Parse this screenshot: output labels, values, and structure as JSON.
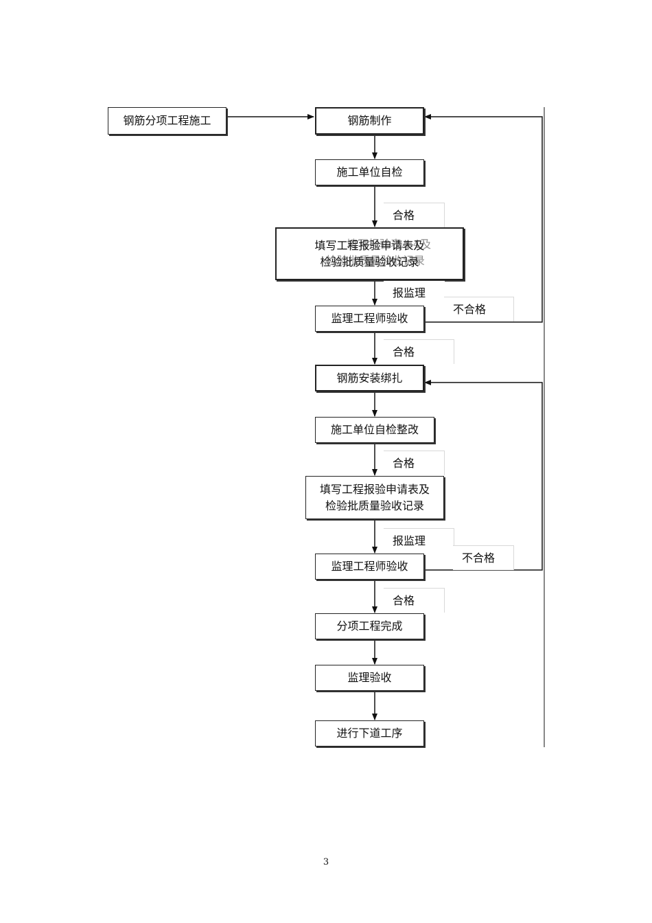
{
  "flowchart": {
    "start": "钢筋分项工程施工",
    "make": "钢筋制作",
    "self_check_1": "施工单位自检",
    "pass_1": "合格",
    "form_1": {
      "line1": "填写工程报验申请表及",
      "line2": "检验批质量验收记录",
      "overlay1": "填写报验表A-4及",
      "overlay2": "检验批质量验收记录"
    },
    "report_1": "报监理",
    "fail_1": "不合格",
    "inspect_1": "监理工程师验收",
    "pass_2": "合格",
    "install": "钢筋安装绑扎",
    "self_check_2": "施工单位自检整改",
    "pass_3": "合格",
    "form_2": {
      "line1": "填写工程报验申请表及",
      "line2": "检验批质量验收记录"
    },
    "report_2": "报监理",
    "fail_2": "不合格",
    "inspect_2": "监理工程师验收",
    "pass_4": "合格",
    "complete": "分项工程完成",
    "supervise": "监理验收",
    "next": "进行下道工序"
  },
  "page_number": "3"
}
